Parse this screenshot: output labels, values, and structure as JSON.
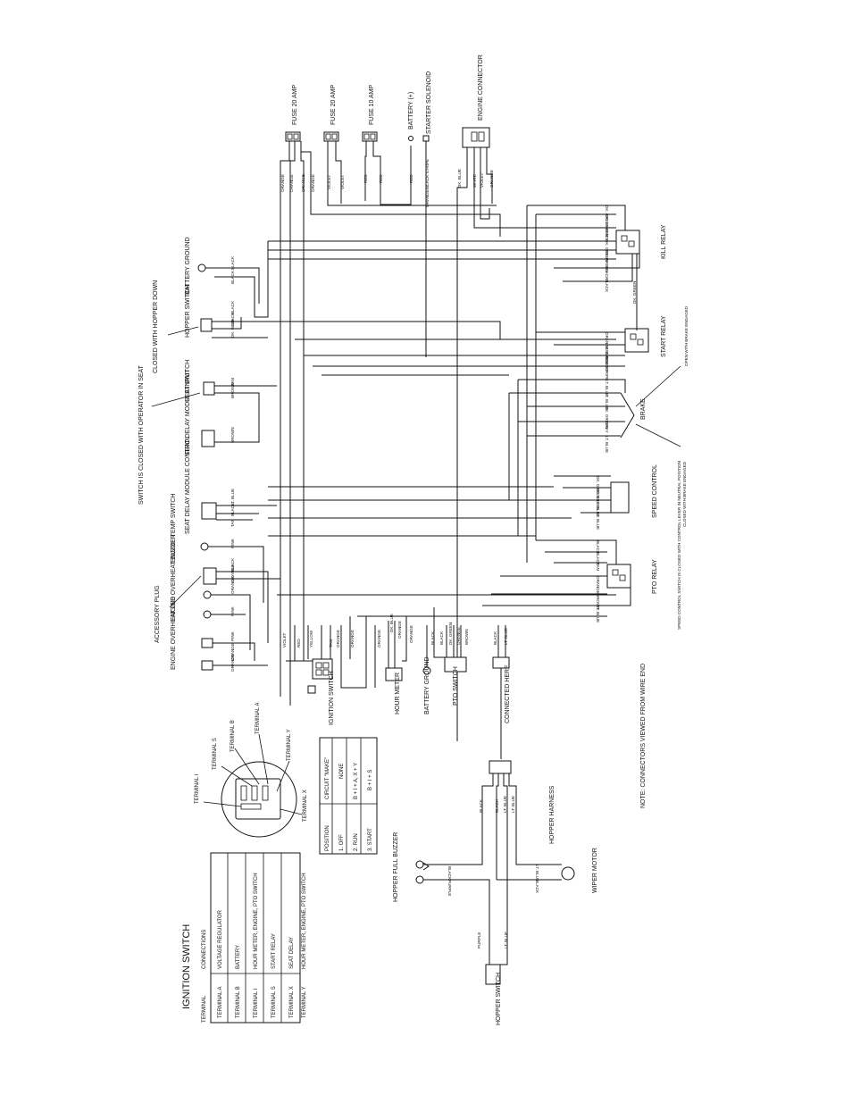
{
  "ignition_title": "IGNITION SWITCH",
  "ignition_table": {
    "headers": [
      "TERMINAL",
      "CONNECTIONS"
    ],
    "rows": [
      [
        "TERMINAL  A",
        "VOLTAGE REGULATOR"
      ],
      [
        "TERMINAL  B",
        "BATTERY"
      ],
      [
        "TERMINAL  I",
        "HOUR METER, ENGINE, PTO SWITCH"
      ],
      [
        "TERMINAL  S",
        "START RELAY"
      ],
      [
        "TERMINAL  X",
        "SEAT DELAY"
      ],
      [
        "TERMINAL  Y",
        "HOUR METER, ENGINE, PTO SWITCH"
      ]
    ]
  },
  "switch_terminals": [
    "TERMINAL I",
    "TERMINAL S",
    "TERMINAL B",
    "TERMINAL A",
    "TERMINAL Y",
    "TERMINAL X"
  ],
  "position_table": {
    "headers": [
      "POSITION",
      "CIRCUIT \"MAKE\""
    ],
    "rows": [
      [
        "1. OFF",
        "NONE"
      ],
      [
        "2. RUN",
        "B + I + A,   X + Y"
      ],
      [
        "3. START",
        "B + I + S"
      ]
    ]
  },
  "components": {
    "fuse_20a_1": "FUSE 20 AMP",
    "fuse_20a_2": "FUSE 20 AMP",
    "fuse_10a": "FUSE 10 AMP",
    "battery_pos": "BATTERY (+)",
    "starter": "STARTER SOLENOID",
    "engine_conn": "ENGINE CONNECTOR",
    "battery_ground_top": "BATTERY GROUND",
    "hopper_switch_top": "HOPPER SWITCH",
    "closed_hopper": "CLOSED WITH HOPPER DOWN",
    "seat_switch": "SEAT SWITCH",
    "switch_closed_seat": "SWITCH IS CLOSED WITH OPERATOR IN SEAT",
    "seat_delay_input": "SEAT DELAY MODULE INPUT",
    "seat_delay_control": "SEAT DELAY MODULE CONTROL",
    "engine_temp": "ENGINE TEMP SWITCH",
    "accessory_plug": "ACCESSORY PLUG",
    "overheat_buzzer": "ENGINE OVERHEAT BUZZER",
    "overheat_led": "ENGINE OVERHEAT LED",
    "ignition_switch": "IGNITION SWITCH",
    "hour_meter": "HOUR METER",
    "battery_ground_bottom": "BATTERY GROUND",
    "pto_switch": "PTO SWITCH",
    "connected_here": "CONNECTED HERE",
    "kill_relay": "KILL RELAY",
    "start_relay": "START RELAY",
    "brake": "BRAKE",
    "open_brake": "OPEN WITH BRAKE ENGAGED",
    "closed_brake": "CLOSED WITH BRAKE ENGAGED",
    "speed_control": "SPEED CONTROL",
    "speed_switch_note": "SPEED CONTROL SWITCH IS CLOSED WITH CONTROL LEVER IN NEUTRAL POSITION",
    "pto_relay": "PTO RELAY",
    "hopper_harness": "HOPPER HARNESS",
    "hopper_full_buzzer": "HOPPER FULL BUZZER",
    "wiper_motor": "WIPER MOTOR",
    "hopper_switch_bottom": "HOPPER SWITCH",
    "note": "NOTE: CONNECTORS VIEWED FROM WIRE END"
  },
  "wires": {
    "orange": "ORANGE",
    "violet": "VIOLET",
    "red": "RED",
    "orange_black": "ORANGE/BLACK STRIPE",
    "dk_blue": "DK. BLUE",
    "white": "WHITE",
    "dk_green": "DK. GREEN",
    "black": "BLACK",
    "tan": "TAN",
    "brown": "BROWN",
    "lt_blue": "LT. BLUE",
    "pink": "PINK",
    "yellow": "YELLOW",
    "gray": "GRAY",
    "purple": "PURPLE"
  }
}
